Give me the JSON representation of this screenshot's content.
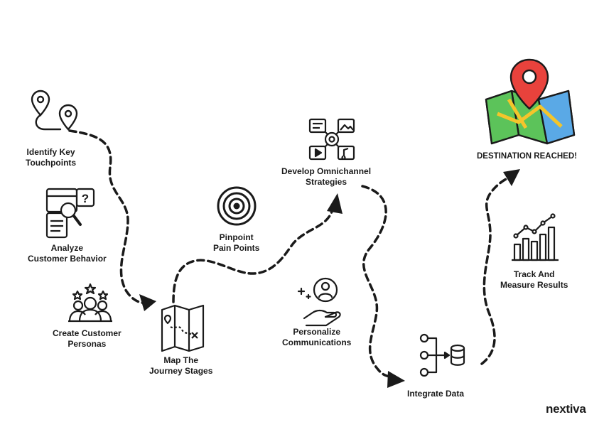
{
  "steps": [
    {
      "id": "identify",
      "lines": [
        "Identify Key",
        "Touchpoints"
      ],
      "icon": "location-pins-icon"
    },
    {
      "id": "analyze",
      "lines": [
        "Analyze",
        "Customer Behavior"
      ],
      "icon": "magnifier-browser-icon"
    },
    {
      "id": "personas",
      "lines": [
        "Create Customer",
        "Personas"
      ],
      "icon": "group-stars-icon"
    },
    {
      "id": "map",
      "lines": [
        "Map The",
        "Journey Stages"
      ],
      "icon": "treasure-map-icon"
    },
    {
      "id": "pinpoint",
      "lines": [
        "Pinpoint",
        "Pain Points"
      ],
      "icon": "target-icon"
    },
    {
      "id": "omnichannel",
      "lines": [
        "Develop Omnichannel",
        "Strategies"
      ],
      "icon": "omnichannel-gear-icon"
    },
    {
      "id": "personalize",
      "lines": [
        "Personalize",
        "Communications"
      ],
      "icon": "hand-user-icon"
    },
    {
      "id": "integrate",
      "lines": [
        "Integrate Data"
      ],
      "icon": "data-integration-icon"
    },
    {
      "id": "track",
      "lines": [
        "Track And",
        "Measure Results"
      ],
      "icon": "rising-bar-chart-icon"
    },
    {
      "id": "destination",
      "lines": [
        "DESTINATION REACHED!"
      ],
      "icon": "map-pin-destination-icon"
    }
  ],
  "brand": {
    "name": "nextiva"
  },
  "colors": {
    "ink": "#1a1a1a",
    "pin_red": "#e8423c",
    "map_green": "#5cc35a",
    "map_blue": "#5aa9e6",
    "map_yellow": "#f4c52b"
  }
}
